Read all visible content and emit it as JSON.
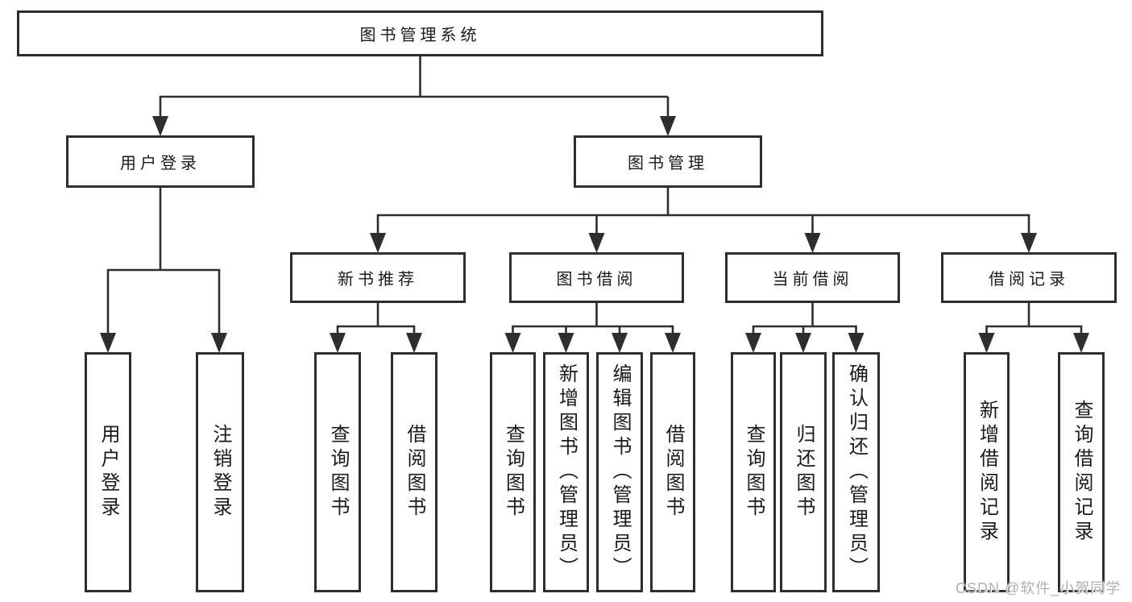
{
  "watermark": "CSDN @软件_小贺同学",
  "colors": {
    "box_border": "#2e2e2e",
    "connector": "#2e2e2e",
    "text": "#1a1a1a",
    "background": "#ffffff",
    "watermark": "#b0b0b0"
  },
  "tree": {
    "label": "图书管理系统",
    "children": [
      {
        "label": "用户登录",
        "children": [
          {
            "label": "用户登录"
          },
          {
            "label": "注销登录"
          }
        ]
      },
      {
        "label": "图书管理",
        "children": [
          {
            "label": "新书推荐",
            "children": [
              {
                "label": "查询图书"
              },
              {
                "label": "借阅图书"
              }
            ]
          },
          {
            "label": "图书借阅",
            "children": [
              {
                "label": "查询图书"
              },
              {
                "label": "新增图书（管理员）"
              },
              {
                "label": "编辑图书（管理员）"
              },
              {
                "label": "借阅图书"
              }
            ]
          },
          {
            "label": "当前借阅",
            "children": [
              {
                "label": "查询图书"
              },
              {
                "label": "归还图书"
              },
              {
                "label": "确认归还（管理员）"
              }
            ]
          },
          {
            "label": "借阅记录",
            "children": [
              {
                "label": "新增借阅记录"
              },
              {
                "label": "查询借阅记录"
              }
            ]
          }
        ]
      }
    ]
  }
}
